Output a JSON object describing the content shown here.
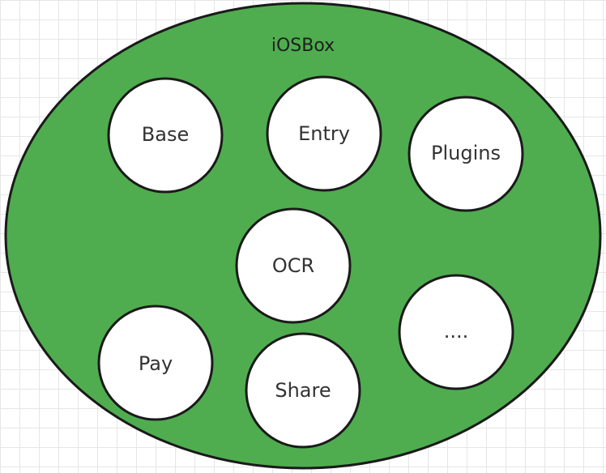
{
  "diagram": {
    "container": {
      "label": "iOSBox",
      "fill_color": "#4fad4f",
      "stroke_color": "#1a1a1a"
    },
    "modules": [
      {
        "id": "base",
        "label": "Base"
      },
      {
        "id": "entry",
        "label": "Entry"
      },
      {
        "id": "plugins",
        "label": "Plugins"
      },
      {
        "id": "ocr",
        "label": "OCR"
      },
      {
        "id": "pay",
        "label": "Pay"
      },
      {
        "id": "share",
        "label": "Share"
      },
      {
        "id": "more",
        "label": "...."
      }
    ],
    "colors": {
      "module_fill": "#ffffff",
      "module_stroke": "#1a1a1a",
      "text": "#333333",
      "grid": "#e6e6e6"
    }
  }
}
